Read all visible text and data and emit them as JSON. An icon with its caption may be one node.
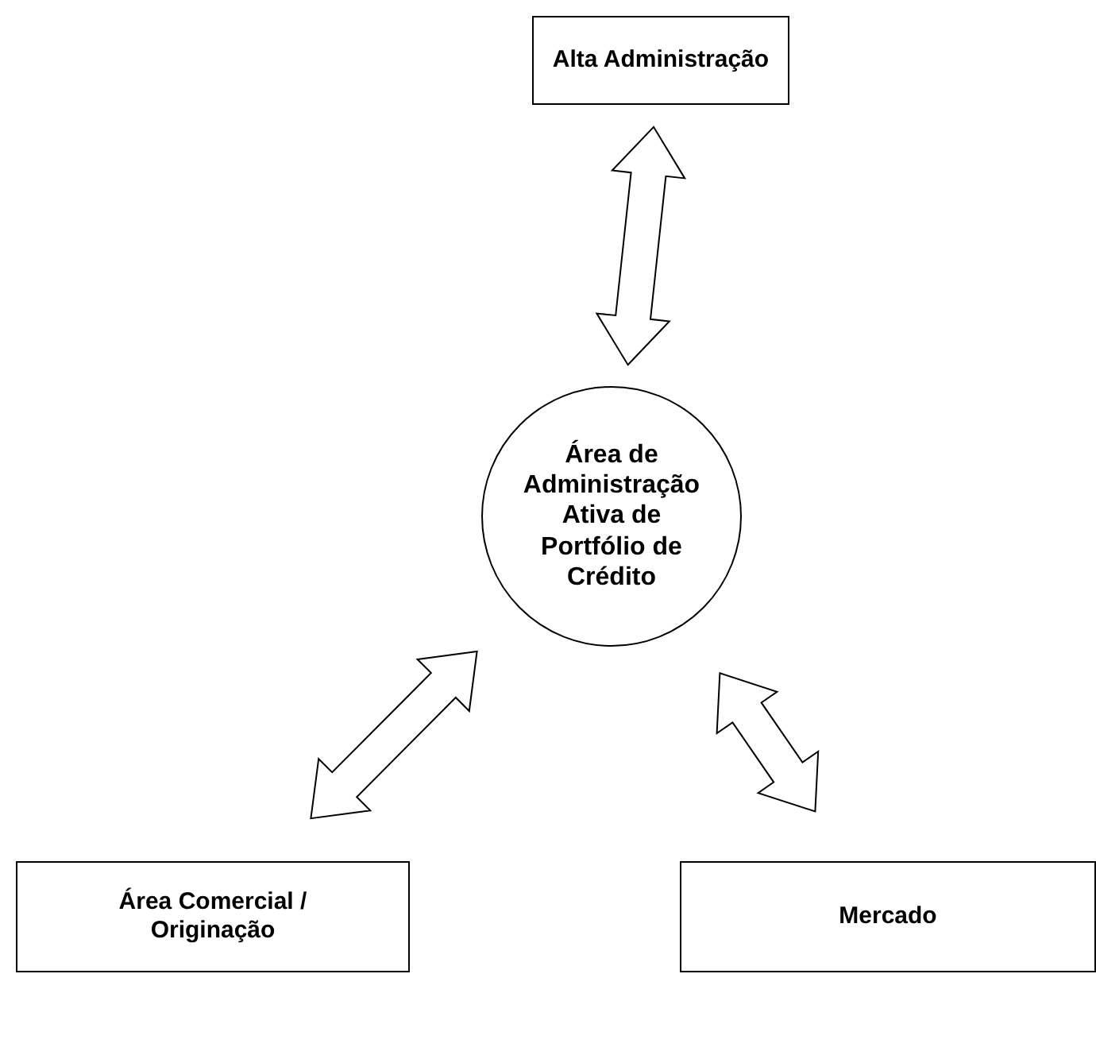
{
  "diagram": {
    "nodes": [
      {
        "text": [
          "Alta Administração"
        ]
      },
      {
        "text": [
          "Área de Administração Ativa de Portfólio de Crédito"
        ]
      },
      {
        "text": [
          "Área Comercial / Originação"
        ]
      },
      {
        "text": [
          "Mercado"
        ]
      }
    ],
    "edges": [
      {
        "from": 1,
        "to": 0,
        "arrow": "both"
      },
      {
        "from": 1,
        "to": 2,
        "arrow": "both"
      },
      {
        "from": 1,
        "to": 3,
        "arrow": "both"
      }
    ]
  }
}
